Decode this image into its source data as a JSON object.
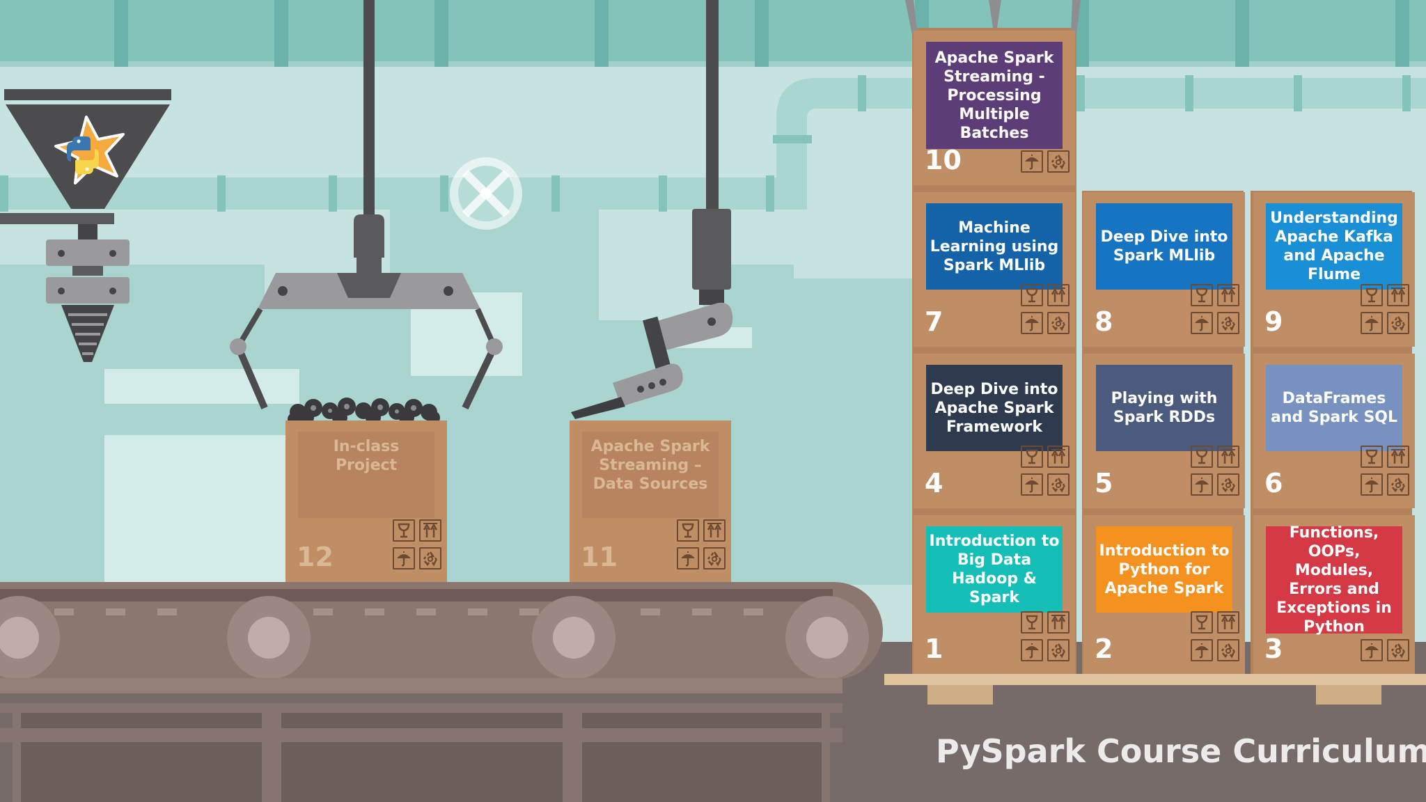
{
  "title": "PySpark Course Curriculum",
  "colors": {
    "background": "#c6e3e1",
    "pipe": "#83c3ba",
    "box": "#c08e64",
    "belt": "#8c7670",
    "floor": "#766b68"
  },
  "boxes": [
    {
      "num": "1",
      "label": "Introduction to Big Data Hadoop & Spark",
      "color": "#15bfb8"
    },
    {
      "num": "2",
      "label": "Introduction to Python for Apache Spark",
      "color": "#f5921f"
    },
    {
      "num": "3",
      "label": "Functions, OOPs, Modules, Errors and Exceptions in Python",
      "color": "#d53945"
    },
    {
      "num": "4",
      "label": "Deep Dive into Apache Spark Framework",
      "color": "#2e3a4d"
    },
    {
      "num": "5",
      "label": "Playing with Spark RDDs",
      "color": "#4b5b7e"
    },
    {
      "num": "6",
      "label": "DataFrames and Spark SQL",
      "color": "#7791c1"
    },
    {
      "num": "7",
      "label": "Machine Learning using Spark MLlib",
      "color": "#1463a8"
    },
    {
      "num": "8",
      "label": "Deep Dive into Spark MLlib",
      "color": "#1774c3"
    },
    {
      "num": "9",
      "label": "Understanding Apache Kafka and Apache Flume",
      "color": "#1a8fd6"
    },
    {
      "num": "10",
      "label": "Apache Spark Streaming - Processing Multiple Batches",
      "color": "#5c3d78"
    },
    {
      "num": "11",
      "label": "Apache Spark Streaming – Data Sources",
      "color": "#b88460"
    },
    {
      "num": "12",
      "label": "In-class Project",
      "color": "#b88460"
    }
  ],
  "icons": {
    "fragile": "fragile-icon",
    "this_way_up": "this-way-up-icon",
    "keep_dry": "umbrella-icon",
    "recycle": "recycle-icon",
    "logo": "python-star-logo"
  }
}
